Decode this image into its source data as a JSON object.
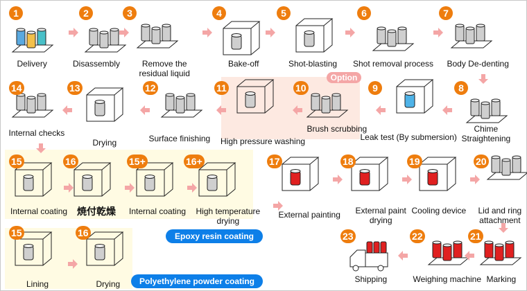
{
  "title": "Drum recycling process flow",
  "colors": {
    "badge": "#ee7d0e",
    "arrow": "#f4a6a6",
    "pill": "#0d7fe8",
    "option_panel": "#fde9e1",
    "coating_panel": "#fffbe3"
  },
  "steps": [
    {
      "num": "1",
      "label": "Delivery"
    },
    {
      "num": "2",
      "label": "Disassembly"
    },
    {
      "num": "3",
      "label": "Remove the residual liquid"
    },
    {
      "num": "4",
      "label": "Bake-off"
    },
    {
      "num": "5",
      "label": "Shot-blasting"
    },
    {
      "num": "6",
      "label": "Shot removal process"
    },
    {
      "num": "7",
      "label": "Body De-denting"
    },
    {
      "num": "8",
      "label": "Chime Straightening"
    },
    {
      "num": "9",
      "label": "Leak test (By submersion)"
    },
    {
      "num": "10",
      "label": "Brush scrubbing"
    },
    {
      "num": "11",
      "label": "High pressure washing"
    },
    {
      "num": "12",
      "label": "Surface finishing"
    },
    {
      "num": "13",
      "label": "Drying"
    },
    {
      "num": "14",
      "label": "Internal checks"
    },
    {
      "num": "15",
      "label": "Internal coating"
    },
    {
      "num": "16",
      "label": "焼付乾燥"
    },
    {
      "num": "15+",
      "label": "Internal coating"
    },
    {
      "num": "16+",
      "label": "High temperature drying"
    },
    {
      "num": "15",
      "label": "Lining"
    },
    {
      "num": "16",
      "label": "Drying"
    },
    {
      "num": "17",
      "label": "External painting"
    },
    {
      "num": "18",
      "label": "External paint drying"
    },
    {
      "num": "19",
      "label": "Cooling device"
    },
    {
      "num": "20",
      "label": "Lid and ring attachment"
    },
    {
      "num": "21",
      "label": "Marking"
    },
    {
      "num": "22",
      "label": "Weighing machine"
    },
    {
      "num": "23",
      "label": "Shipping"
    }
  ],
  "labels": {
    "remove_line1": "Remove the",
    "remove_line2": "residual liquid",
    "chime_line1": "Chime",
    "chime_line2": "Straightening",
    "htd_line1": "High temperature",
    "htd_line2": "drying",
    "epd_line1": "External paint",
    "epd_line2": "drying",
    "lid_line1": "Lid and ring",
    "lid_line2": "attachment"
  },
  "option_label": "Option",
  "epoxy_label": "Epoxy resin coating",
  "poly_label": "Polyethylene powder coating"
}
